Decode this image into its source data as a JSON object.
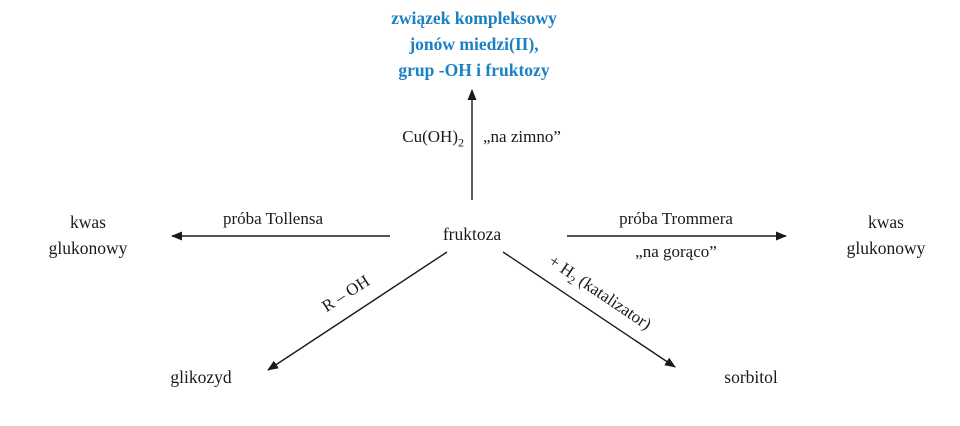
{
  "colors": {
    "accent_blue": "#1b80c4",
    "line_color": "#1a1a1a",
    "background": "#ffffff"
  },
  "center_node": "fruktoza",
  "top_branch": {
    "product_lines": [
      "związek kompleksowy",
      "jonów miedzi(II),",
      "grup -OH i fruktozy"
    ],
    "reagent_main": "Cu(OH)",
    "reagent_sub": "2",
    "condition": "„na zimno”"
  },
  "left_branch": {
    "test": "próba Tollensa",
    "product_lines": [
      "kwas",
      "glukonowy"
    ]
  },
  "right_branch": {
    "test": "próba Trommera",
    "condition": "„na gorąco”",
    "product_lines": [
      "kwas",
      "glukonowy"
    ]
  },
  "bottom_left_branch": {
    "reagent": "R – OH",
    "product": "glikozyd"
  },
  "bottom_right_branch": {
    "reagent_main": "+ H",
    "reagent_sub": "2",
    "reagent_suffix": " (katalizator)",
    "product": "sorbitol"
  }
}
